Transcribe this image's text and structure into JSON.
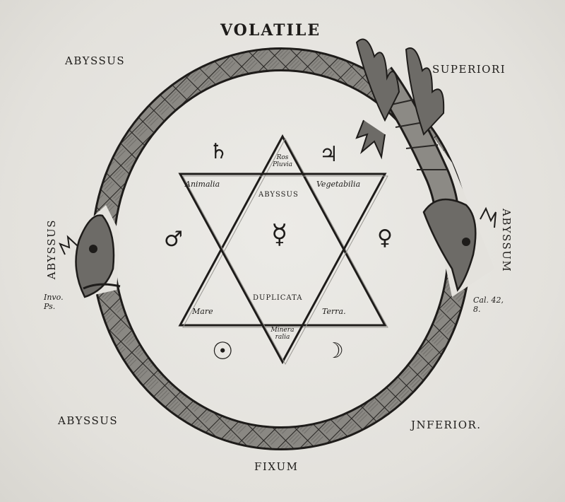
{
  "corners": {
    "top": "VOLATILE",
    "top_left": "ABYSSUS",
    "top_right": "SUPERIORI",
    "right": "ABYSSUM",
    "left": "ABYSSUS",
    "bottom_left": "ABYSSUS",
    "bottom_right": "JNFERIOR.",
    "bottom": "FIXUM"
  },
  "star": {
    "top_apex": "Ros Pluvia",
    "top_left": "Animalia",
    "top_right": "Vegetabilia",
    "center_top": "ABYSSUS",
    "center_bottom": "DUPLICATA",
    "bottom_left": "Mare",
    "bottom_right": "Terra.",
    "bottom_apex": "Minera ralia"
  },
  "citations": {
    "left": "Invo. Ps.",
    "right": "Cal. 42, 8."
  },
  "symbols": {
    "saturn": "♄",
    "jupiter": "♃",
    "mars": "♂",
    "venus": "♀",
    "mercury": "☿",
    "sun": "☉",
    "moon": "☽"
  },
  "colors": {
    "serpent": "#7e7c78",
    "ink": "#1e1c1a",
    "paper": "#e6e4df"
  }
}
